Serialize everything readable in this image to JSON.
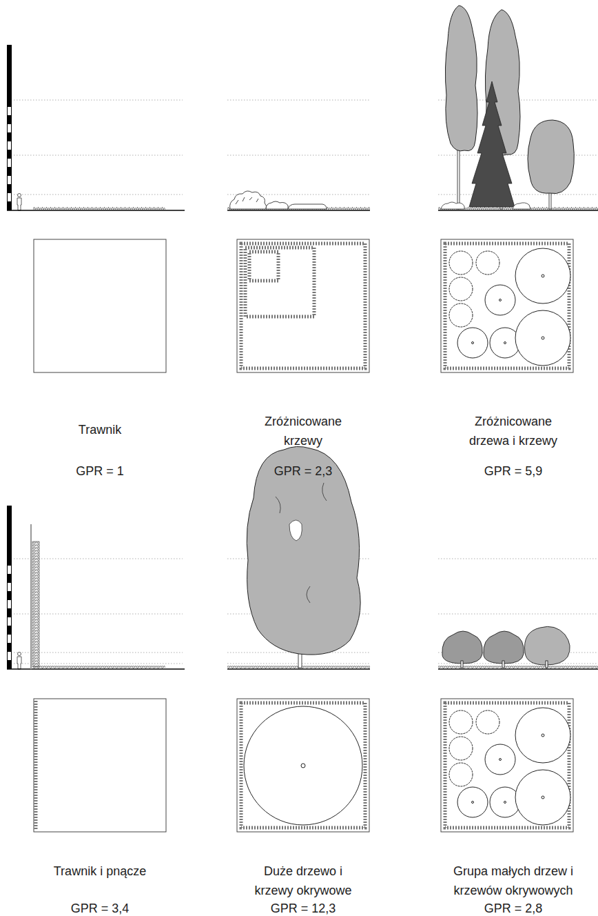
{
  "diagram": {
    "labels": [
      "Trawnik",
      "GPR = 1",
      "Zróżnicowane krzewy",
      "GPR = 2,3",
      "Zróżnicowane drzewa i krzewy",
      "GPR = 5,9",
      "Trawnik i pnącze",
      "GPR = 3,4",
      "Duże drzewo i krzewy okrywowe",
      "GPR = 12,3",
      "Grupa małych drzew i krzewów okrywowych",
      "GPR = 2,8"
    ]
  }
}
